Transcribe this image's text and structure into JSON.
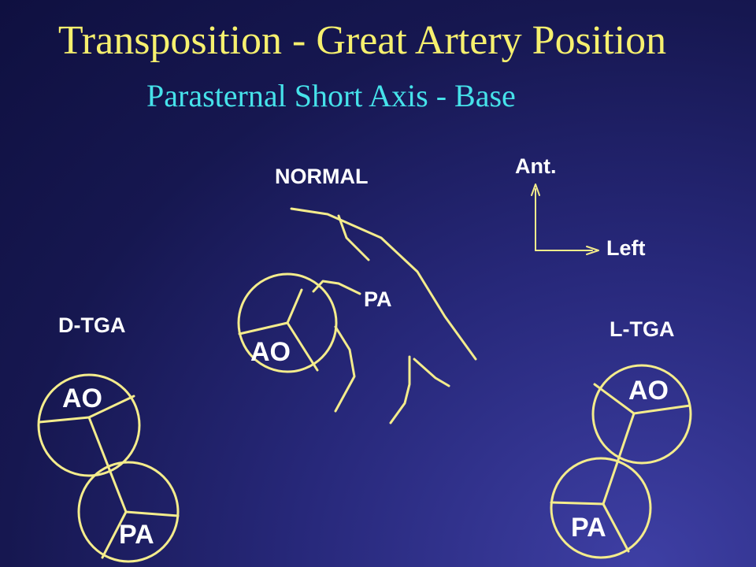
{
  "slide": {
    "title": "Transposition - Great Artery Position",
    "subtitle": "Parasternal Short Axis - Base"
  },
  "orientation": {
    "anterior_label": "Ant.",
    "left_label": "Left"
  },
  "panels": {
    "normal": {
      "heading": "NORMAL",
      "ao_label": "AO",
      "pa_label": "PA"
    },
    "d_tga": {
      "heading": "D-TGA",
      "ao_label": "AO",
      "pa_label": "PA"
    },
    "l_tga": {
      "heading": "L-TGA",
      "ao_label": "AO",
      "pa_label": "PA"
    }
  },
  "colors": {
    "title": "#f6f06e",
    "subtitle": "#46e2ea",
    "drawing": "#f4ec8c",
    "labels": "#ffffff"
  }
}
